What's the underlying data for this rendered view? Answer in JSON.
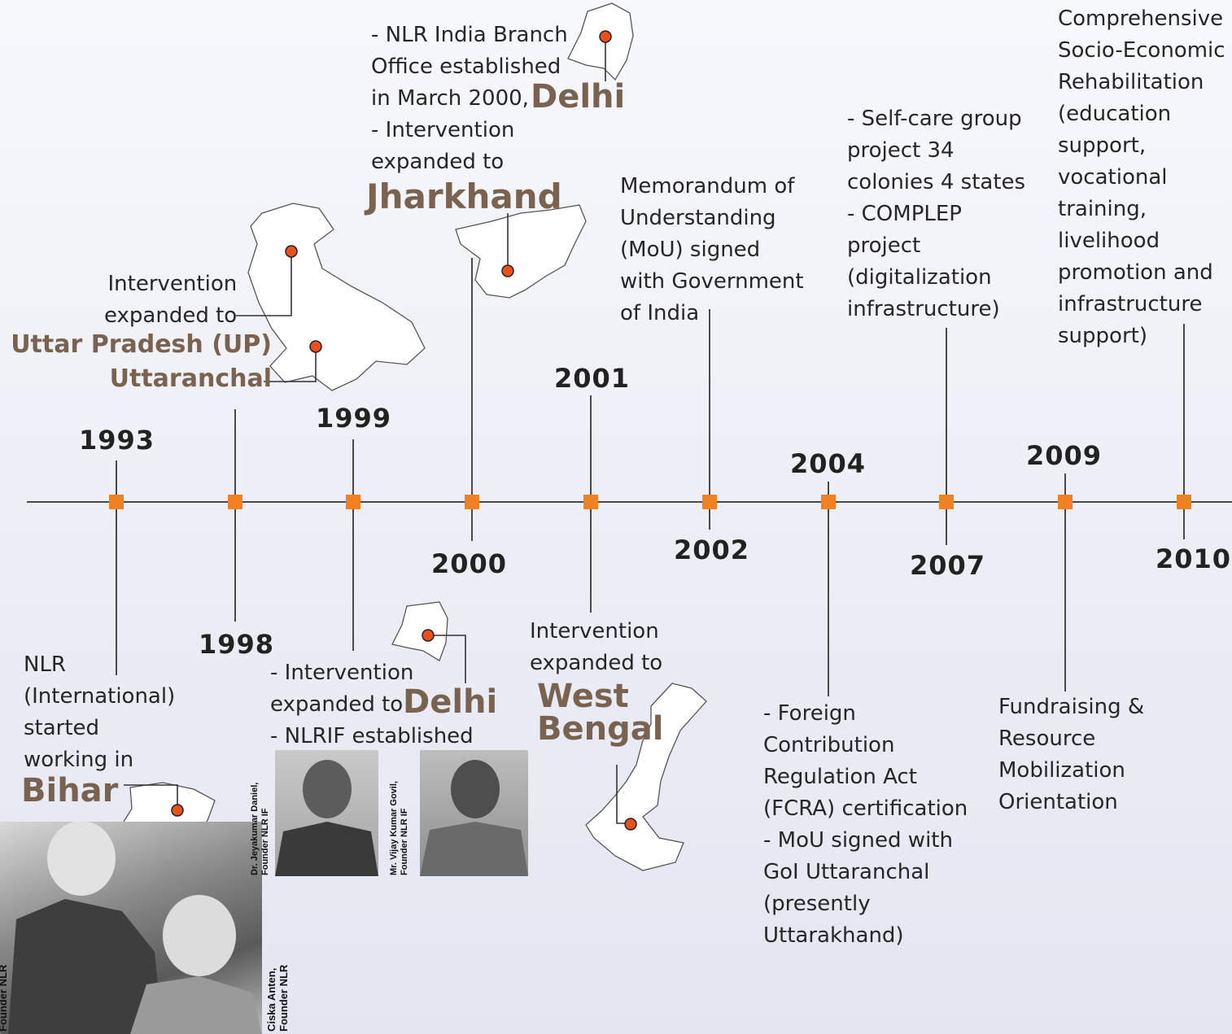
{
  "accent_color": "#f08223",
  "place_color": "#7a6250",
  "line_color": "#4a4a4a",
  "years": [
    "1993",
    "1998",
    "1999",
    "2000",
    "2001",
    "2002",
    "2004",
    "2007",
    "2009",
    "2010"
  ],
  "events": {
    "e1993": {
      "text": "NLR\n(International)\nstarted\nworking in",
      "place": "Bihar"
    },
    "e1998": {
      "text": "Intervention\nexpanded to",
      "place": "Uttar Pradesh (UP)\nUttaranchal"
    },
    "e1999": {
      "text": "- Intervention\nexpanded to\n- NLRIF established",
      "place": "Delhi"
    },
    "e2000": {
      "text_a": "- NLR India Branch\nOffice established\nin March 2000,",
      "place_a": "Delhi",
      "text_b": "- Intervention\nexpanded to",
      "place_b": "Jharkhand"
    },
    "e2001": {
      "text": "Intervention\nexpanded to",
      "place": "West\nBengal"
    },
    "e2002": {
      "text": "Memorandum of\nUnderstanding\n(MoU) signed\nwith Government\nof India"
    },
    "e2004": {
      "text": "- Foreign\nContribution\nRegulation Act\n(FCRA) certification\n- MoU signed with\nGoI Uttaranchal\n(presently\nUttarakhand)"
    },
    "e2007": {
      "text": "- Self-care group\nproject 34\ncolonies 4 states\n- COMPLEP\nproject\n(digitalization\ninfrastructure)"
    },
    "e2009": {
      "text": "Fundraising &\nResource\nMobilization\nOrientation"
    },
    "e2010": {
      "text": "Comprehensive\nSocio-Economic\nRehabilitation\n(education\nsupport,\nvocational\ntraining,\nlivelihood\npromotion and\ninfrastructure\nsupport)"
    }
  },
  "photos": {
    "founders_caption_left": "Founder NLR",
    "founders_caption_right": "Ciska Anten,\nFounder NLR",
    "daniel_caption": "Dr. Jeyakumar Daniel,\nFounder NLR IF",
    "govil_caption": "Mr. Vijay Kumar Govil,\nFounder NLR IF"
  }
}
